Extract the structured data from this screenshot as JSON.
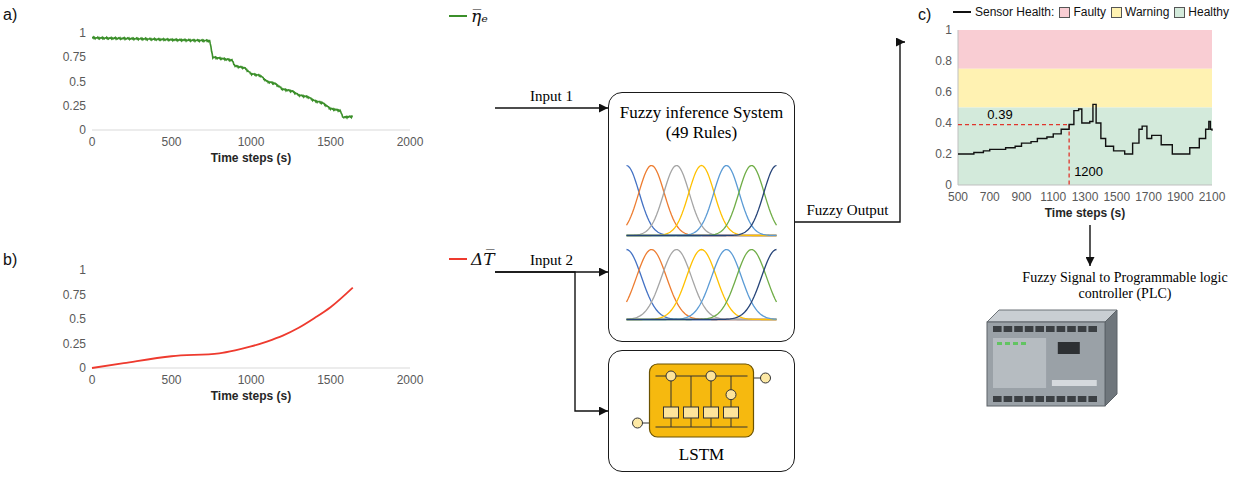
{
  "diagram": {
    "nodes": [
      {
        "text": [
          "a)"
        ]
      },
      {
        "text": [
          "b)"
        ]
      },
      {
        "text": [
          "Fuzzy inference System (49 Rules)"
        ]
      },
      {
        "text": [
          "LSTM"
        ]
      },
      {
        "text": [
          "c)"
        ]
      },
      {
        "text": [
          "Fuzzy Signal to Programmable logic controller (PLC)"
        ]
      }
    ],
    "edges": [
      {
        "from": 0,
        "to": 2,
        "arrow": "to",
        "label": "Input 1"
      },
      {
        "from": 1,
        "to": 2,
        "arrow": "to",
        "label": "Input 2"
      },
      {
        "from": 1,
        "to": 3,
        "arrow": "to"
      },
      {
        "from": 2,
        "to": 4,
        "arrow": "to",
        "label": "Fuzzy Output"
      },
      {
        "from": 4,
        "to": 5,
        "arrow": "to"
      }
    ],
    "labels": [
      "1",
      "0.75",
      "0.5",
      "0.25",
      "0",
      "0",
      "500",
      "1000",
      "1500",
      "2000",
      "Time steps (s)",
      "1",
      "0.75",
      "0.5",
      "0.25",
      "0",
      "0",
      "500",
      "1000",
      "1500",
      "2000",
      "Time steps (s)",
      "1",
      "0.8",
      "0.6",
      "0.4",
      "0.2",
      "0",
      "500",
      "700",
      "900",
      "1100",
      "1300",
      "1500",
      "1700",
      "1900",
      "2100",
      "Time steps (s)",
      "0.39",
      "1200"
    ],
    "legend": [
      {
        "text": "η̅ₑ"
      },
      {
        "text": "ΔT̅"
      },
      {
        "text": "Sensor Health:"
      },
      {
        "text": "Faulty",
        "color": "#f9cdd3"
      },
      {
        "text": "Warning",
        "color": "#fff2b2"
      },
      {
        "text": "Healthy",
        "color": "#d3eadb"
      }
    ]
  }
}
